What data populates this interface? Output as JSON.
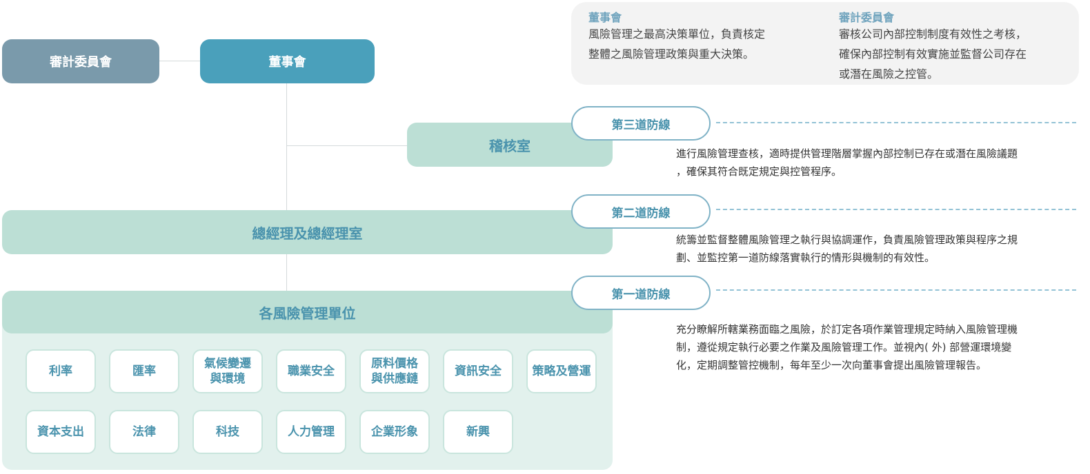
{
  "org": {
    "audit_committee": "審計委員會",
    "board": "董事會",
    "internal_audit": "稽核室",
    "general_manager": "總經理及總經理室",
    "risk_units_title": "各風險管理單位"
  },
  "risk_units": [
    [
      "利率"
    ],
    [
      "匯率"
    ],
    [
      "氣候變遷",
      "與環境"
    ],
    [
      "職業安全"
    ],
    [
      "原料價格",
      "與供應鏈"
    ],
    [
      "資訊安全"
    ],
    [
      "策略及營運"
    ],
    [
      "資本支出"
    ],
    [
      "法律"
    ],
    [
      "科技"
    ],
    [
      "人力管理"
    ],
    [
      "企業形象"
    ],
    [
      "新興"
    ]
  ],
  "info": {
    "board_title": "董事會",
    "board_lines": [
      "風險管理之最高決策單位，負責核定",
      "整體之風險管理政策與重大決策。"
    ],
    "audit_title": "審計委員會",
    "audit_lines": [
      "審核公司內部控制制度有效性之考核，",
      "確保內部控制有效實施並監督公司存在",
      "或潛在風險之控管。"
    ]
  },
  "lines_of_defense": [
    {
      "label": "第三道防線",
      "desc": [
        "進行風險管理查核，適時提供管理階層掌握內部控制已存在或潛在風險議題",
        "，確保其符合既定規定與控管程序。"
      ]
    },
    {
      "label": "第二道防線",
      "desc": [
        "統籌並監督整體風險管理之執行與協調運作，負責風險管理政策與程序之規",
        "劃、並監控第一道防線落實執行的情形與機制的有效性。"
      ]
    },
    {
      "label": "第一道防線",
      "desc": [
        "充分瞭解所轄業務面臨之風險，於訂定各項作業管理規定時納入風險管理機",
        "制，遵從規定執行必要之作業及風險管理工作。並視內( 外) 部營運環境變",
        "化，定期調整管控機制，每年至少一次向董事會提出風險管理報告。"
      ]
    }
  ],
  "colors": {
    "audit_box": "#7a9aab",
    "board_box": "#4aa0bb",
    "mint": "#bcdfd5",
    "mint_light": "#e2f1ed",
    "accent_text": "#4a93ad"
  }
}
